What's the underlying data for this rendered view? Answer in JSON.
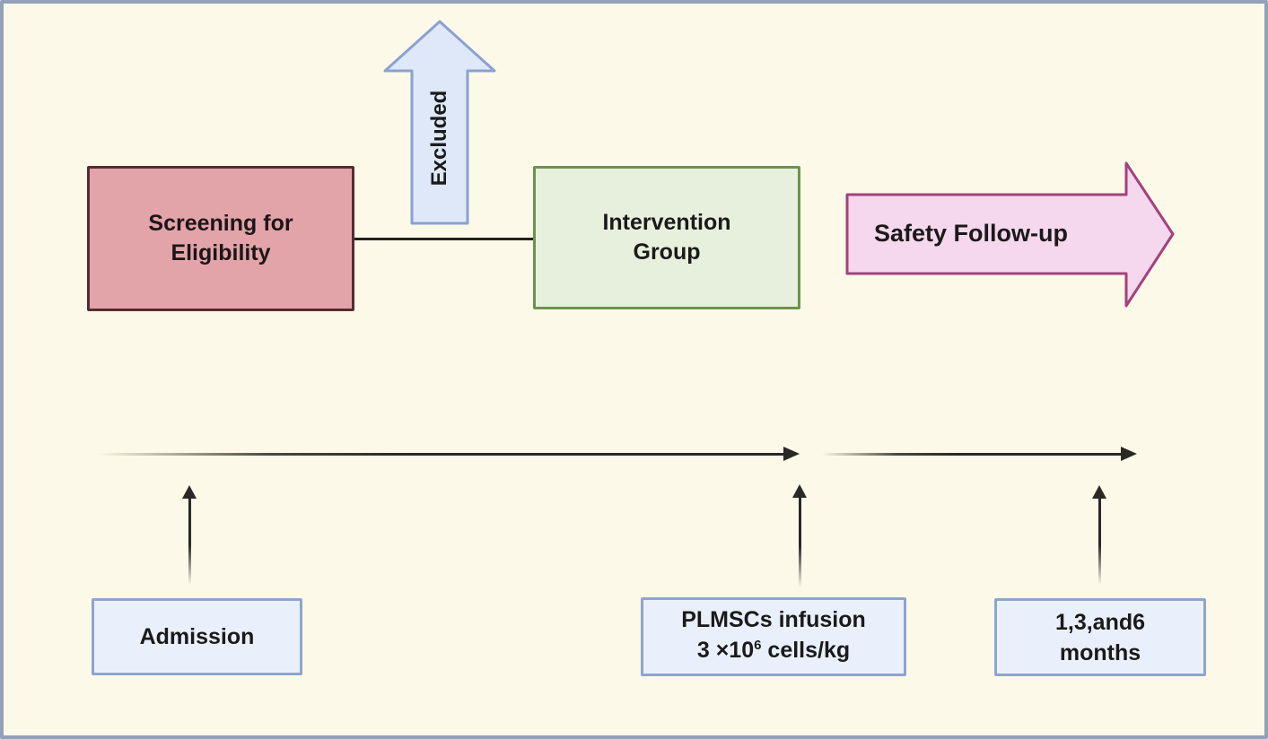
{
  "figure": {
    "background_color": "#fdf9e9",
    "frame_color": "#93a1bb",
    "timeline_color": "#2b2925"
  },
  "flow": {
    "screening": {
      "line1": "Screening for",
      "line2": "Eligibility",
      "fill": "#e3a4a9",
      "border": "#572b33"
    },
    "excluded": {
      "label": "Excluded",
      "fill": "#dfe8f8",
      "border": "#8ba1d3"
    },
    "intervention": {
      "line1": "Intervention",
      "line2": "Group",
      "fill": "#e7f0dc",
      "border": "#6e9150"
    },
    "safety": {
      "label": "Safety Follow-up",
      "fill": "#f5d7ee",
      "border": "#a2427c"
    }
  },
  "milestones": {
    "fill": "#eaf0fb",
    "border": "#8da5cf",
    "admission": {
      "label": "Admission"
    },
    "infusion": {
      "line1": "PLMSCs infusion",
      "dose_prefix": "3 ×10",
      "dose_exponent": "6",
      "dose_suffix": " cells/kg"
    },
    "followup": {
      "line1": "1,3,and6",
      "line2": "months"
    }
  }
}
